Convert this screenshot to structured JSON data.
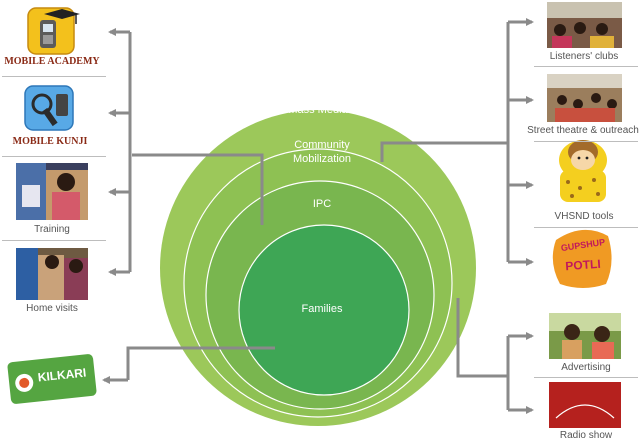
{
  "rings": {
    "mass_media": "Mass Media",
    "community_line1": "Community",
    "community_line2": "Mobilization",
    "ipc": "IPC",
    "families": "Families"
  },
  "left_items": {
    "mobile_academy": "MOBILE ACADEMY",
    "mobile_kunji": "MOBILE KUNJI",
    "training": "Training",
    "home_visits": "Home visits",
    "kilkari": "KILKARI"
  },
  "right_items": {
    "listeners_clubs": "Listeners' clubs",
    "street_theatre": "Street theatre & outreach",
    "vhsnd_tools": "VHSND tools",
    "gupshup_line1": "GUPSHUP",
    "gupshup_line2": "POTLI",
    "advertising": "Advertising",
    "radio_show": "Radio show"
  },
  "colors": {
    "outer": "#9cc85a",
    "community": "#8ec153",
    "ipc": "#79b64f",
    "families": "#3ea655",
    "connector": "#8a8a8a",
    "academy_brown": "#8a2a16",
    "kilkari_green": "#55a541",
    "radio_red": "#b5211e"
  }
}
